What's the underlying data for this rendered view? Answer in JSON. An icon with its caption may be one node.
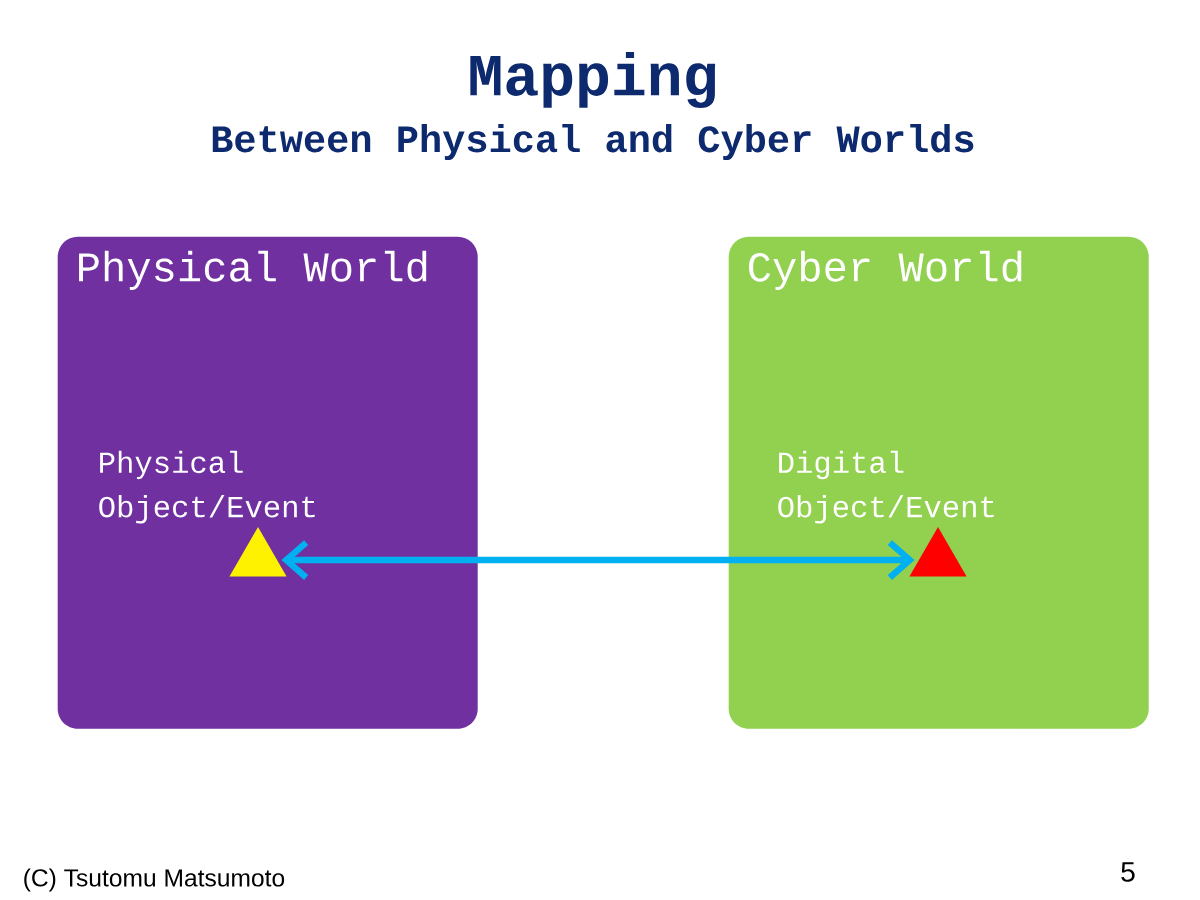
{
  "diagram": {
    "title": "Mapping",
    "nodes": [
      {
        "text": [
          "Physical World"
        ]
      },
      {
        "text": [
          "Cyber World"
        ]
      },
      {
        "text": [],
        "shape": "triangle",
        "in": 0,
        "beside": [
          "Physical Object/Event"
        ]
      },
      {
        "text": [],
        "shape": "triangle",
        "in": 1,
        "beside": [
          "Digital Object/Event"
        ]
      }
    ],
    "edges": [
      {
        "from": 2,
        "to": 3,
        "arrow": "both"
      }
    ],
    "labels": [
      "Between Physical and Cyber Worlds",
      "(C) Tsutomu Matsumoto",
      "5"
    ]
  }
}
